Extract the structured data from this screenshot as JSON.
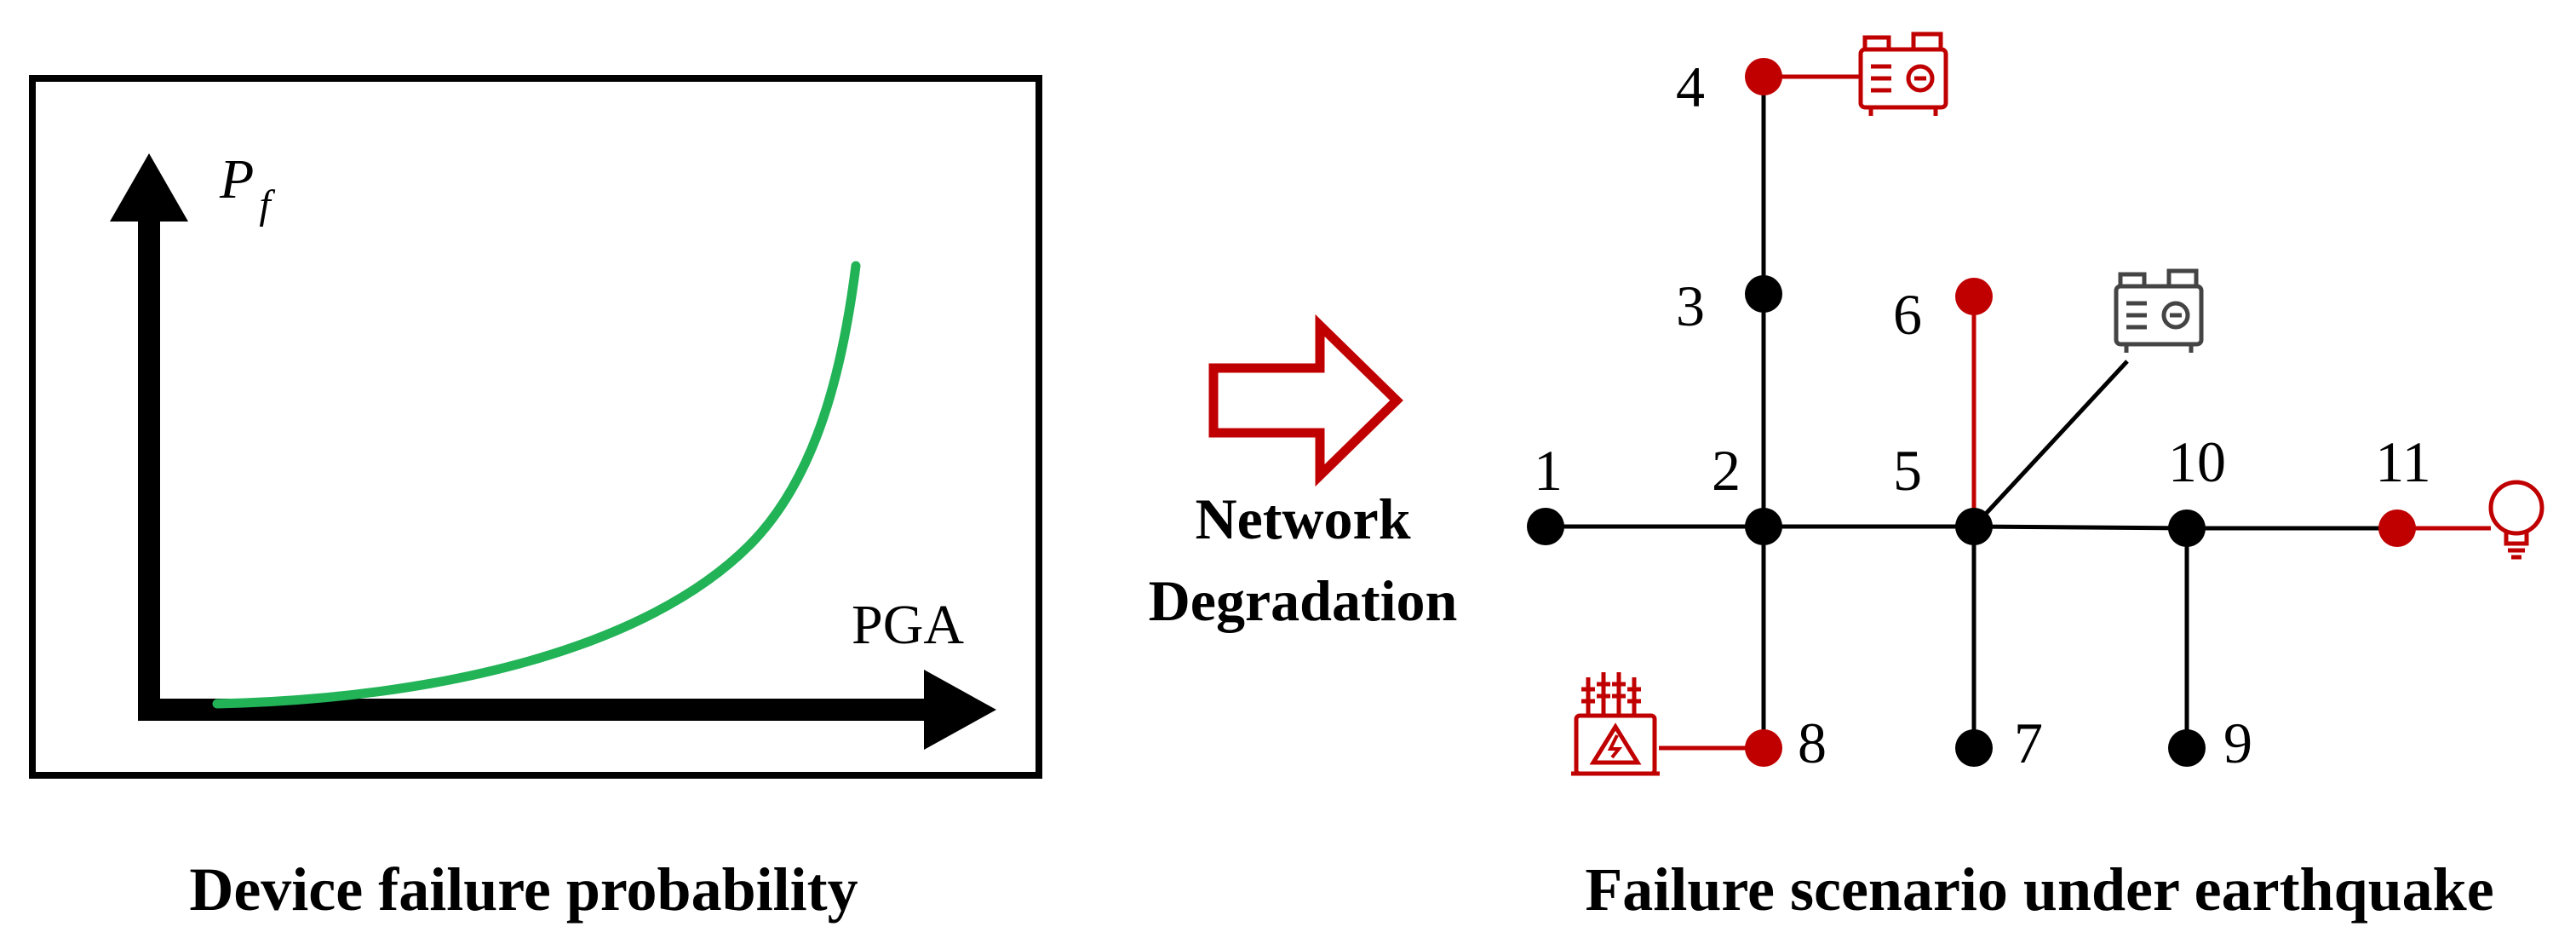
{
  "left_panel": {
    "y_axis_label_main": "P",
    "y_axis_label_sub": "f",
    "x_axis_label": "PGA",
    "caption": "Device failure probability",
    "curve_color": "#22b357",
    "axis_color": "#000000"
  },
  "transition": {
    "label_line1": "Network",
    "label_line2": "Degradation",
    "arrow_color": "#c00000"
  },
  "network": {
    "caption": "Failure scenario under earthquake",
    "failed_color": "#c00000",
    "normal_color": "#000000",
    "nodes": [
      {
        "id": "1",
        "label": "1",
        "status": "normal"
      },
      {
        "id": "2",
        "label": "2",
        "status": "normal"
      },
      {
        "id": "3",
        "label": "3",
        "status": "normal"
      },
      {
        "id": "4",
        "label": "4",
        "status": "failed"
      },
      {
        "id": "5",
        "label": "5",
        "status": "normal"
      },
      {
        "id": "6",
        "label": "6",
        "status": "failed"
      },
      {
        "id": "7",
        "label": "7",
        "status": "normal"
      },
      {
        "id": "8",
        "label": "8",
        "status": "failed"
      },
      {
        "id": "9",
        "label": "9",
        "status": "normal"
      },
      {
        "id": "10",
        "label": "10",
        "status": "normal"
      },
      {
        "id": "11",
        "label": "11",
        "status": "failed"
      }
    ],
    "edges": [
      {
        "from": "1",
        "to": "2",
        "status": "normal"
      },
      {
        "from": "2",
        "to": "3",
        "status": "normal"
      },
      {
        "from": "3",
        "to": "4",
        "status": "normal"
      },
      {
        "from": "2",
        "to": "5",
        "status": "normal"
      },
      {
        "from": "2",
        "to": "8",
        "status": "normal"
      },
      {
        "from": "5",
        "to": "6",
        "status": "failed"
      },
      {
        "from": "5",
        "to": "7",
        "status": "normal"
      },
      {
        "from": "5",
        "to": "10",
        "status": "normal"
      },
      {
        "from": "10",
        "to": "9",
        "status": "normal"
      },
      {
        "from": "10",
        "to": "11",
        "status": "normal"
      }
    ],
    "devices": [
      {
        "name": "generator-icon",
        "attached_to": "4",
        "status": "failed"
      },
      {
        "name": "generator-icon",
        "attached_to": "5",
        "status": "normal"
      },
      {
        "name": "transformer-icon",
        "attached_to": "8",
        "status": "failed"
      },
      {
        "name": "light-bulb-icon",
        "attached_to": "11",
        "status": "failed"
      }
    ]
  }
}
